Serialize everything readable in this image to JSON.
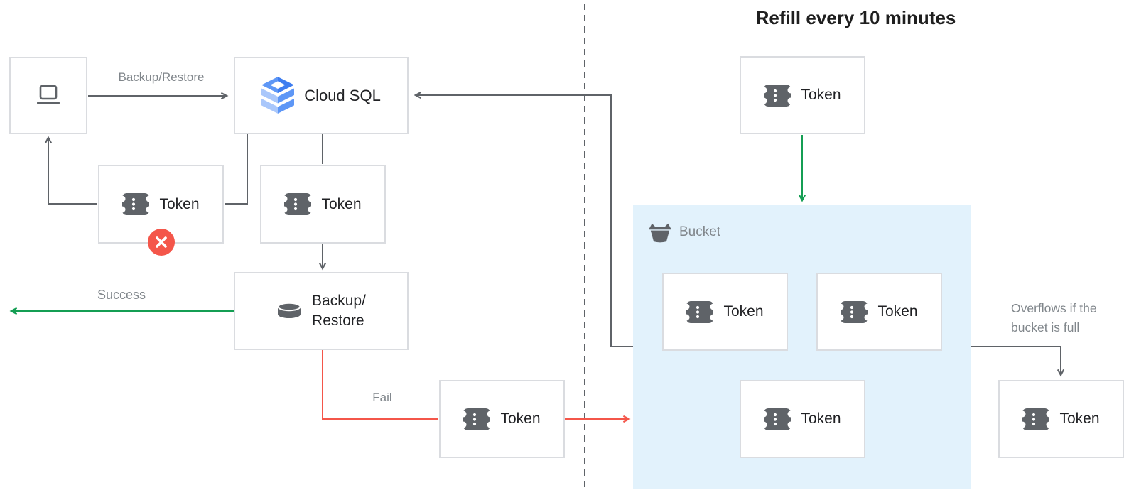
{
  "diagram": {
    "title": "Refill every 10 minutes",
    "nodes": {
      "client": {
        "icon": "laptop-icon"
      },
      "cloud_sql": {
        "label": "Cloud SQL",
        "icon": "cloud-sql-icon"
      },
      "backup_restore": {
        "label_line1": "Backup/",
        "label_line2": "Restore",
        "icon": "database-icon"
      },
      "token_label": "Token",
      "token_icon": "token-icon",
      "bucket": {
        "label": "Bucket",
        "icon": "bucket-icon"
      },
      "rejected_token_badge_icon": "x-icon"
    },
    "edges": {
      "backup_restore_request": "Backup/Restore",
      "success": "Success",
      "fail": "Fail",
      "overflow_line1": "Overflows if the",
      "overflow_line2": "bucket is full"
    },
    "colors": {
      "success_green": "#149E53",
      "fail_red": "#F4564A",
      "badge_red": "#F4564A",
      "bucket_fill": "#E2F2FC",
      "box_border": "#DADCE0",
      "wire_gray": "#5F6368",
      "icon_gray": "#5F6368",
      "text_dark": "#202124",
      "text_gray": "#80868B",
      "cloud_sql_blue_dark": "#3E7DF0",
      "cloud_sql_blue_mid": "#5E97F6",
      "cloud_sql_blue_light": "#A9C7FB"
    }
  }
}
